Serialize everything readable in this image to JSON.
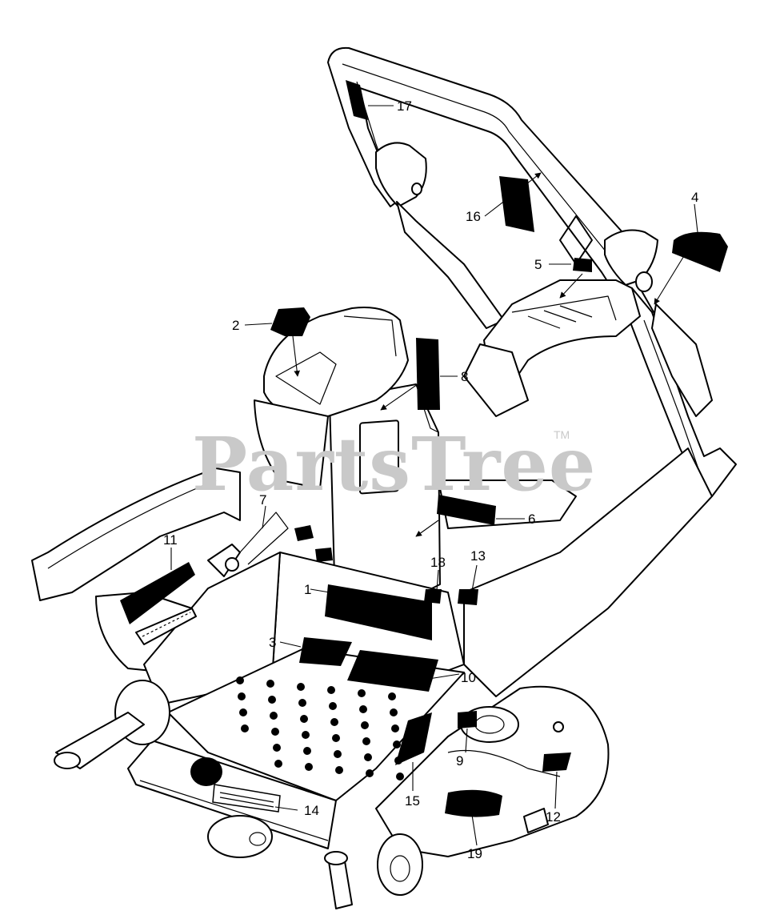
{
  "watermark": {
    "text": "PartsTree",
    "trademark": "TM"
  },
  "callouts": [
    "1",
    "2",
    "3",
    "4",
    "5",
    "6",
    "7",
    "8",
    "9",
    "10",
    "11",
    "12",
    "13",
    "14",
    "15",
    "16",
    "17",
    "18",
    "19"
  ],
  "colors": {
    "line": "#000000",
    "background": "#ffffff",
    "watermark": "#c9c9c9"
  }
}
